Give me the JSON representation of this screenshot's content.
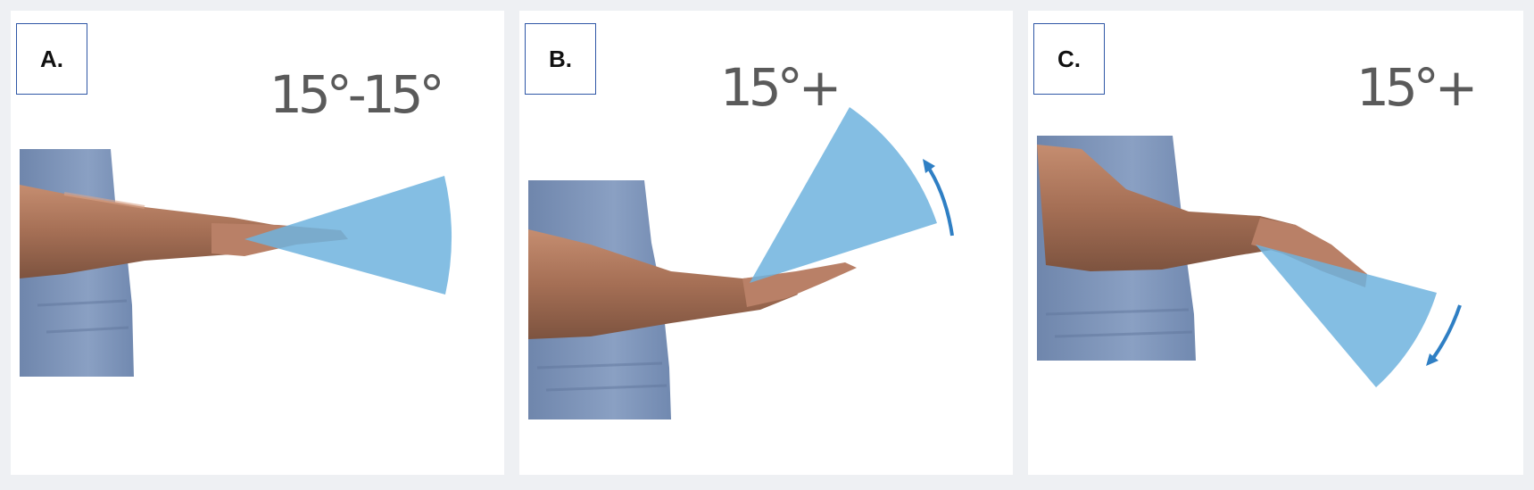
{
  "panels": [
    {
      "id": "A",
      "tag": "A.",
      "angle": "15°-15°",
      "motion": "neutral"
    },
    {
      "id": "B",
      "tag": "B.",
      "angle": "15°+",
      "motion": "extension"
    },
    {
      "id": "C",
      "tag": "C.",
      "angle": "15°+",
      "motion": "flexion"
    }
  ],
  "colors": {
    "background": "#eef0f3",
    "panel": "#ffffff",
    "tag_border": "#2f57a6",
    "angle_text": "#5a5a5a",
    "range_wedge": "#6fb3de",
    "motion_arrow": "#2f7fc4",
    "shirt": "#7f97bd",
    "skin": "#b07a5f"
  },
  "icons": [
    "range-of-motion-wedge",
    "curved-motion-arrow"
  ]
}
